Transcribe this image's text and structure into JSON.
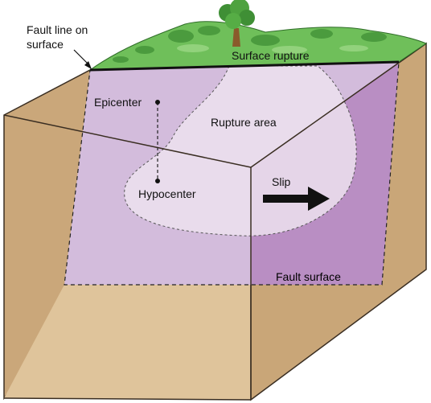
{
  "labels": {
    "fault_line_on_surface_1": "Fault line on",
    "fault_line_on_surface_2": "surface",
    "surface_rupture": "Surface rupture",
    "epicenter": "Epicenter",
    "rupture_area": "Rupture area",
    "hypocenter": "Hypocenter",
    "slip": "Slip",
    "fault_surface": "Fault surface"
  },
  "colors": {
    "block_side_light": "#d9b98e",
    "block_side_mid": "#c9a678",
    "block_side_dark": "#b58f5f",
    "block_outline": "#3a2e22",
    "fault_plane": "#d5bfdd",
    "fault_plane_right": "#b98ec3",
    "rupture_area": "#ece2ee",
    "grass": "#6fbf5a",
    "grass_dark": "#3f8f35",
    "tree_trunk": "#8a5a2b",
    "slip_arrow": "#111111"
  }
}
